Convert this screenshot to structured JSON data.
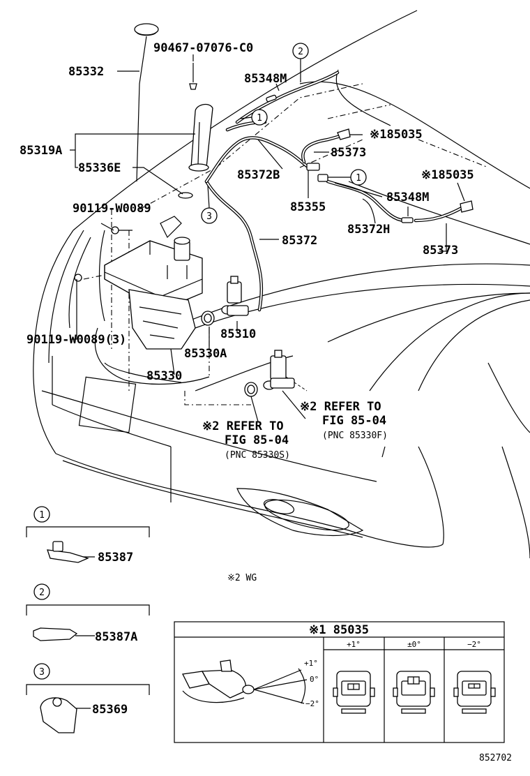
{
  "labels": {
    "p85332": "85332",
    "p90467": "90467-07076-C0",
    "p85348M_top": "85348M",
    "p85319A": "85319A",
    "p85336E": "85336E",
    "p85035_a": "※185035",
    "p85373_a": "85373",
    "p85372B": "85372B",
    "p85035_b": "※185035",
    "p85355": "85355",
    "p85348M_mid": "85348M",
    "p90119_a": "90119-W0089",
    "p85372H": "85372H",
    "p85372": "85372",
    "p85373_b": "85373",
    "p90119_b": "90119-W0089(3)",
    "p85310": "85310",
    "p85330A": "85330A",
    "p85330": "85330",
    "ref_right_1": "※2 REFER TO",
    "ref_right_2": "FIG 85-04",
    "ref_right_3": "(PNC 85330F)",
    "ref_left_1": "※2 REFER TO",
    "ref_left_2": "FIG 85-04",
    "ref_left_3": "(PNC 85330S)",
    "note_wg": "※2 WG",
    "p85387": "85387",
    "p85387A": "85387A",
    "p85369": "85369",
    "fig_code": "852702"
  },
  "callouts": {
    "c1": "1",
    "c2": "2",
    "c3": "3"
  },
  "table": {
    "title": "※1 85035",
    "col_plus": "+1°",
    "col_zero": "±0°",
    "col_minus": "−2°",
    "ang_plus": "+1°",
    "ang_zero": "0°",
    "ang_minus": "−2°"
  }
}
